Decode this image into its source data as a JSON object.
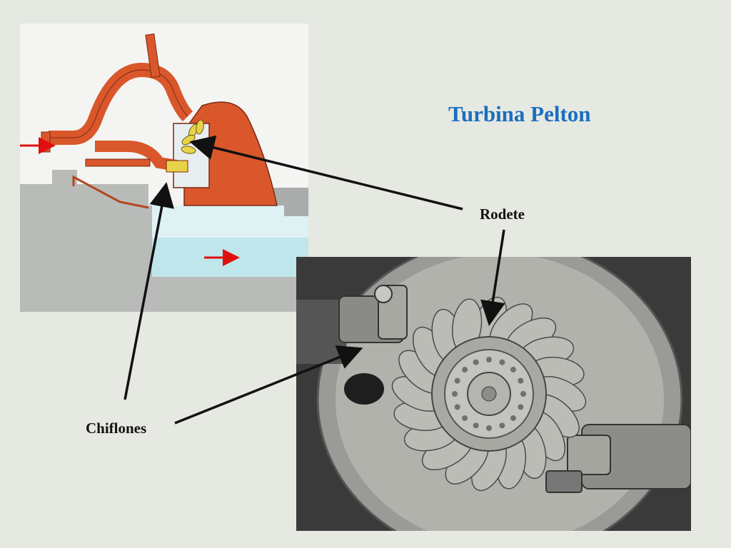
{
  "slide": {
    "title": "Turbina Pelton",
    "labels": {
      "rodete": "Rodete",
      "chiflones": "Chiflones"
    }
  },
  "colors": {
    "title": "#1a6fbf",
    "turbine_body": "#d9572b",
    "water": "#bfe6ea",
    "flow_arrow": "#e01010",
    "background": "#e6e8e2"
  },
  "icons": {
    "flow_in": "red-arrow-right-icon",
    "flow_out": "red-arrow-right-icon"
  }
}
